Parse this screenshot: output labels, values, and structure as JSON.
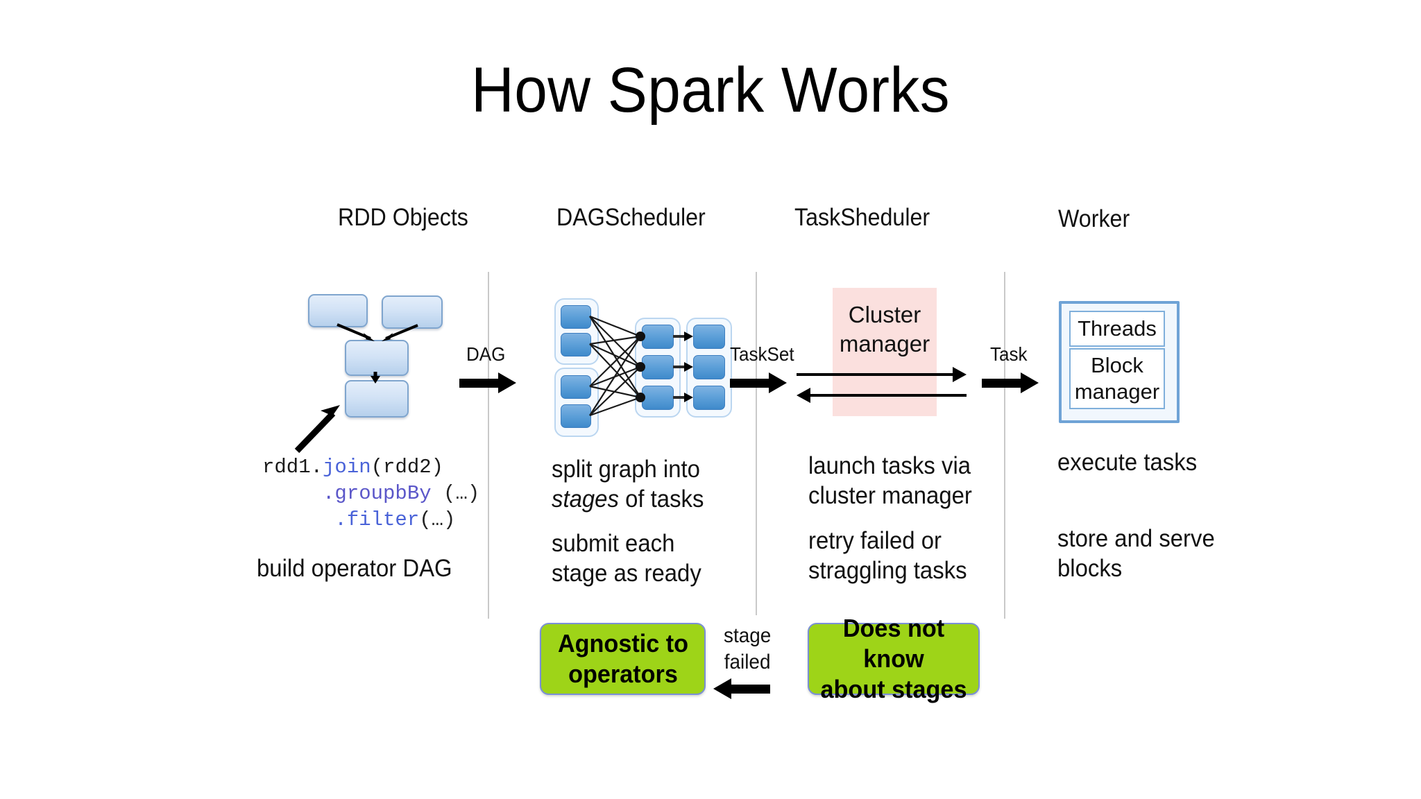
{
  "title": "How Spark Works",
  "columns": [
    {
      "id": "rdd-objects",
      "label": "RDD Objects"
    },
    {
      "id": "dag-scheduler",
      "label": "DAGScheduler"
    },
    {
      "id": "task-scheduler",
      "label": "TaskSheduler"
    },
    {
      "id": "worker",
      "label": "Worker"
    }
  ],
  "flow_labels": {
    "dag": "DAG",
    "taskset": "TaskSet",
    "task": "Task",
    "stage_failed": "stage\nfailed"
  },
  "rdd": {
    "code": {
      "line1_prefix": "rdd1.",
      "line1_method": "join",
      "line1_suffix": "(rdd2)",
      "line2_method": ".groupbBy",
      "line2_suffix": " (…)",
      "line3_method": ".filter",
      "line3_suffix": "(…)"
    },
    "caption": "build operator DAG"
  },
  "dag_scheduler": {
    "desc1_pre": "split graph into\n",
    "desc1_em": "stages",
    "desc1_post": " of tasks",
    "desc2": "submit each\nstage as ready"
  },
  "task_scheduler": {
    "cluster_manager": "Cluster\nmanager",
    "desc1": "launch tasks via\ncluster manager",
    "desc2": "retry failed or\nstraggling tasks"
  },
  "worker": {
    "threads": "Threads",
    "block_manager": "Block\nmanager",
    "desc1": "execute tasks",
    "desc2": "store and serve\nblocks"
  },
  "callouts": {
    "agnostic": "Agnostic to\noperators",
    "no_stages": "Does not know\nabout stages"
  },
  "colors": {
    "background": "#ffffff",
    "rdd_box_fill": "#D3E3F6",
    "rdd_box_border": "#7FA5CE",
    "dag_node_fill": "#5C9FD8",
    "dag_group_border": "#BBD6F0",
    "cluster_manager_fill": "#FBE0DE",
    "worker_border": "#6FA3D6",
    "callout_green": "#9ED418",
    "callout_border": "#7B8FD6",
    "divider": "#c9c9c9",
    "arrow_black": "#000000",
    "code_method": "#4A63D8"
  }
}
